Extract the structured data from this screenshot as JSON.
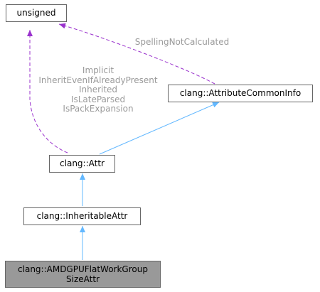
{
  "diagram": {
    "nodes": {
      "unsigned": "unsigned",
      "attribute_common_info": "clang::AttributeCommonInfo",
      "attr": "clang::Attr",
      "inheritable_attr": "clang::InheritableAttr",
      "amdgpu_attr_line1": "clang::AMDGPUFlatWorkGroup",
      "amdgpu_attr_line2": "SizeAttr"
    },
    "edge_labels": {
      "spelling": "SpellingNotCalculated",
      "attr_members": [
        "Implicit",
        "InheritEvenIfAlreadyPresent",
        "Inherited",
        "IsLateParsed",
        "IsPackExpansion"
      ]
    },
    "colors": {
      "inheritance_edge": "#63b8ff",
      "usage_edge": "#9a32cd",
      "edge_label_text": "#9a9a9a",
      "highlighted_node": "#999999"
    }
  }
}
